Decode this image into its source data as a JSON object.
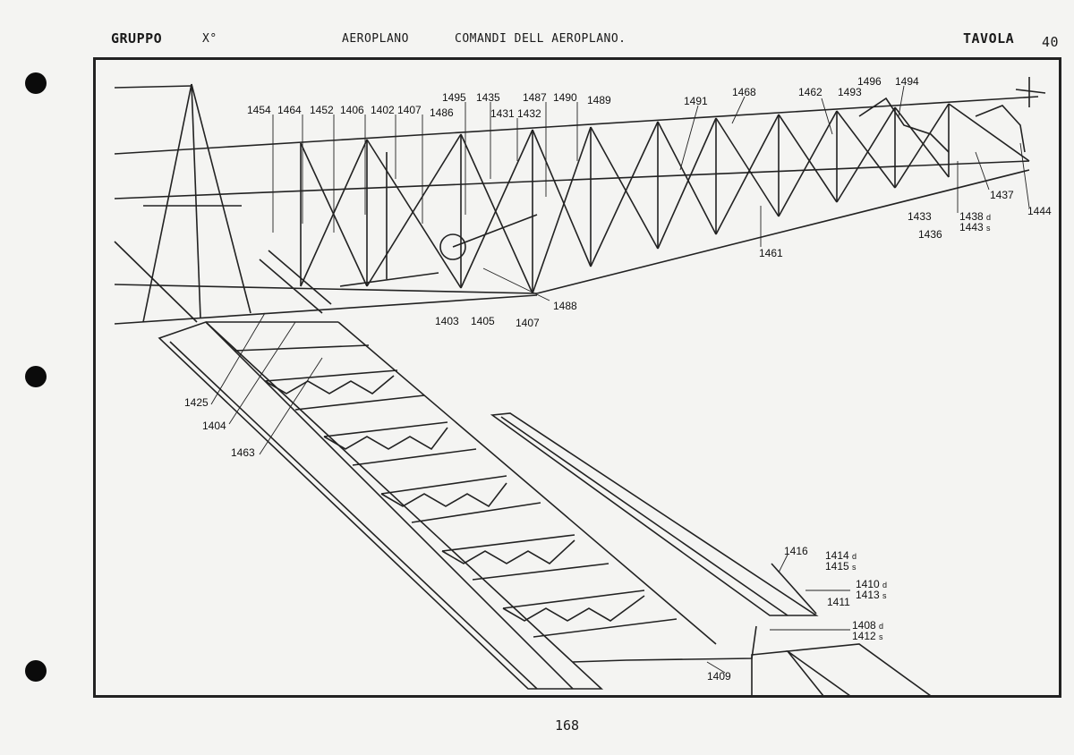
{
  "header": {
    "group_label": "GRUPPO",
    "group_value": "X°",
    "section": "AEROPLANO",
    "title": "COMANDI DELL AEROPLANO.",
    "plate_label": "TAVOLA",
    "plate_number": "40"
  },
  "page_number": "168",
  "callouts": [
    {
      "id": "c1454",
      "text": "1454"
    },
    {
      "id": "c1464",
      "text": "1464"
    },
    {
      "id": "c1452",
      "text": "1452"
    },
    {
      "id": "c1406",
      "text": "1406"
    },
    {
      "id": "c1402",
      "text": "1402"
    },
    {
      "id": "c1407a",
      "text": "1407"
    },
    {
      "id": "c1486",
      "text": "1486"
    },
    {
      "id": "c1495",
      "text": "1495"
    },
    {
      "id": "c1435",
      "text": "1435"
    },
    {
      "id": "c1431",
      "text": "1431"
    },
    {
      "id": "c1432",
      "text": "1432"
    },
    {
      "id": "c1487",
      "text": "1487"
    },
    {
      "id": "c1490",
      "text": "1490"
    },
    {
      "id": "c1489",
      "text": "1489"
    },
    {
      "id": "c1491",
      "text": "1491"
    },
    {
      "id": "c1468",
      "text": "1468"
    },
    {
      "id": "c1462",
      "text": "1462"
    },
    {
      "id": "c1493",
      "text": "1493"
    },
    {
      "id": "c1496",
      "text": "1496"
    },
    {
      "id": "c1494",
      "text": "1494"
    },
    {
      "id": "c1437",
      "text": "1437"
    },
    {
      "id": "c1444",
      "text": "1444"
    },
    {
      "id": "c1433",
      "text": "1433"
    },
    {
      "id": "c1438",
      "text": "1438",
      "suffix": "d"
    },
    {
      "id": "c1443",
      "text": "1443",
      "suffix": "s"
    },
    {
      "id": "c1436",
      "text": "1436"
    },
    {
      "id": "c1461",
      "text": "1461"
    },
    {
      "id": "c1488",
      "text": "1488"
    },
    {
      "id": "c1403",
      "text": "1403"
    },
    {
      "id": "c1405",
      "text": "1405"
    },
    {
      "id": "c1407b",
      "text": "1407"
    },
    {
      "id": "c1425",
      "text": "1425"
    },
    {
      "id": "c1404",
      "text": "1404"
    },
    {
      "id": "c1463",
      "text": "1463"
    },
    {
      "id": "c1416",
      "text": "1416"
    },
    {
      "id": "c1414",
      "text": "1414",
      "suffix": "d"
    },
    {
      "id": "c1415",
      "text": "1415",
      "suffix": "s"
    },
    {
      "id": "c1410",
      "text": "1410",
      "suffix": "d"
    },
    {
      "id": "c1413",
      "text": "1413",
      "suffix": "s"
    },
    {
      "id": "c1411",
      "text": "1411"
    },
    {
      "id": "c1408",
      "text": "1408",
      "suffix": "d"
    },
    {
      "id": "c1412",
      "text": "1412",
      "suffix": "s"
    },
    {
      "id": "c1409",
      "text": "1409"
    }
  ]
}
